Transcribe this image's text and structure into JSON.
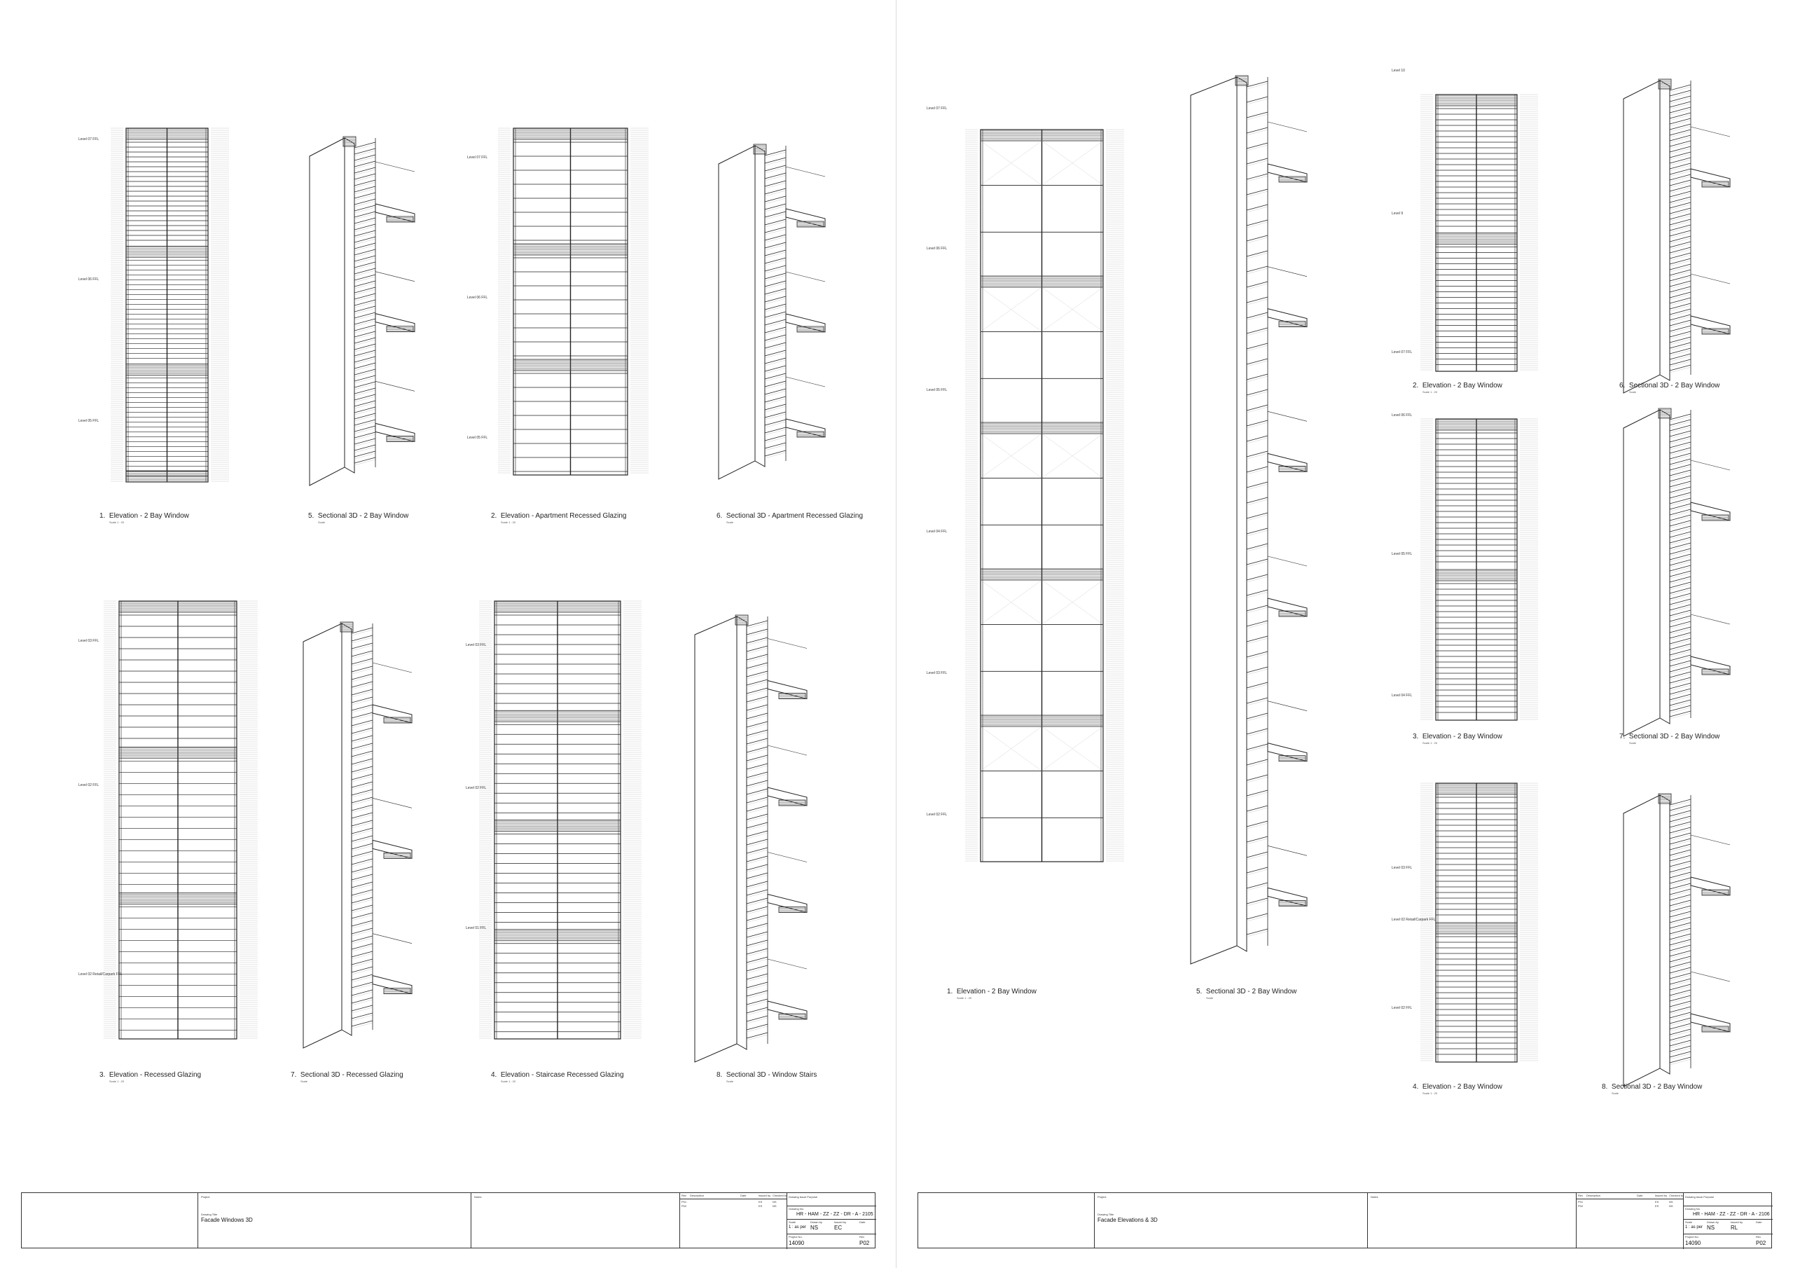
{
  "sheets": [
    {
      "id": "sheet-2105",
      "drawings": [
        {
          "num": "1.",
          "title": "Elevation - 2 Bay Window",
          "scale": "Scale 1 : 20"
        },
        {
          "num": "5.",
          "title": "Sectional 3D - 2 Bay Window",
          "scale": "Scale"
        },
        {
          "num": "2.",
          "title": "Elevation - Apartment Recessed Glazing",
          "scale": "Scale 1 : 20"
        },
        {
          "num": "6.",
          "title": "Sectional 3D - Apartment Recessed Glazing",
          "scale": "Scale"
        },
        {
          "num": "3.",
          "title": "Elevation - Recessed Glazing",
          "scale": "Scale 1 : 20"
        },
        {
          "num": "7.",
          "title": "Sectional 3D - Recessed Glazing",
          "scale": "Scale"
        },
        {
          "num": "4.",
          "title": "Elevation - Staircase Recessed Glazing",
          "scale": "Scale 1 : 20"
        },
        {
          "num": "8.",
          "title": "Sectional 3D - Window Stairs",
          "scale": "Scale"
        }
      ],
      "title_block": {
        "project_label": "Project",
        "drawing_title_label": "Drawing Title",
        "drawing_title": "Facade Windows 3D",
        "notes_label": "Notes",
        "rev_header": [
          "Rev",
          "Description",
          "Date",
          "Issued by",
          "Checked by"
        ],
        "revisions": [
          [
            "P01",
            "",
            "",
            "ES",
            "NS"
          ],
          [
            "P02",
            "",
            "",
            "ES",
            "NS"
          ]
        ],
        "drawing_issue_purpose": "Drawing issue Purpose",
        "drawing_no_label": "Drawing No.",
        "drawing_no": "HR - HAM - ZZ - ZZ - DR - A - 2105",
        "scale_label": "Scale",
        "scale": "1 : as per",
        "drawn_label": "Drawn by",
        "drawn": "NS",
        "issued_label": "Issued by",
        "issued": "EC",
        "date_label": "Date",
        "project_no_label": "Project No.",
        "project_no": "14090",
        "rev_label": "Rev",
        "rev": "P02"
      }
    },
    {
      "id": "sheet-2106",
      "drawings": [
        {
          "num": "1.",
          "title": "Elevation - 2 Bay Window",
          "scale": "Scale 1 : 20"
        },
        {
          "num": "5.",
          "title": "Sectional 3D - 2 Bay Window",
          "scale": "Scale"
        },
        {
          "num": "2.",
          "title": "Elevation - 2 Bay Window",
          "scale": "Scale 1 : 20"
        },
        {
          "num": "6.",
          "title": "Sectional 3D - 2 Bay Window",
          "scale": "Scale"
        },
        {
          "num": "3.",
          "title": "Elevation - 2 Bay Window",
          "scale": "Scale 1 : 20"
        },
        {
          "num": "7.",
          "title": "Sectional 3D - 2 Bay Window",
          "scale": "Scale"
        },
        {
          "num": "4.",
          "title": "Elevation - 2 Bay Window",
          "scale": "Scale 1 : 20"
        },
        {
          "num": "8.",
          "title": "Sectional 3D - 2 Bay Window",
          "scale": "Scale"
        }
      ],
      "title_block": {
        "project_label": "Project",
        "drawing_title_label": "Drawing Title",
        "drawing_title": "Facade Elevations & 3D",
        "notes_label": "Notes",
        "rev_header": [
          "Rev",
          "Description",
          "Date",
          "Issued by",
          "Checked by"
        ],
        "revisions": [
          [
            "P01",
            "",
            "",
            "ES",
            "NS"
          ],
          [
            "P02",
            "",
            "",
            "ES",
            "NS"
          ]
        ],
        "drawing_issue_purpose": "Drawing issue Purpose",
        "drawing_no_label": "Drawing No.",
        "drawing_no": "HR - HAM - ZZ - ZZ - DR - A - 2106",
        "scale_label": "Scale",
        "scale": "1 : as per",
        "drawn_label": "Drawn by",
        "drawn": "NS",
        "issued_label": "Issued by",
        "issued": "RL",
        "date_label": "Date",
        "project_no_label": "Project No.",
        "project_no": "14090",
        "rev_label": "Rev",
        "rev": "P02"
      }
    }
  ],
  "level_labels": [
    "Level 07 FFL",
    "Level 06 FFL",
    "Level 05 FFL",
    "Level 04 FFL",
    "Level 03 FFL",
    "Level 02 FFL",
    "Level 01 FFL",
    "Level 02 Retail/Carpark FFL",
    "Level 10",
    "Level 9"
  ],
  "colors": {
    "line": "#222222",
    "hatch": "#555555",
    "light": "#bbbbbb",
    "background": "#ffffff"
  }
}
